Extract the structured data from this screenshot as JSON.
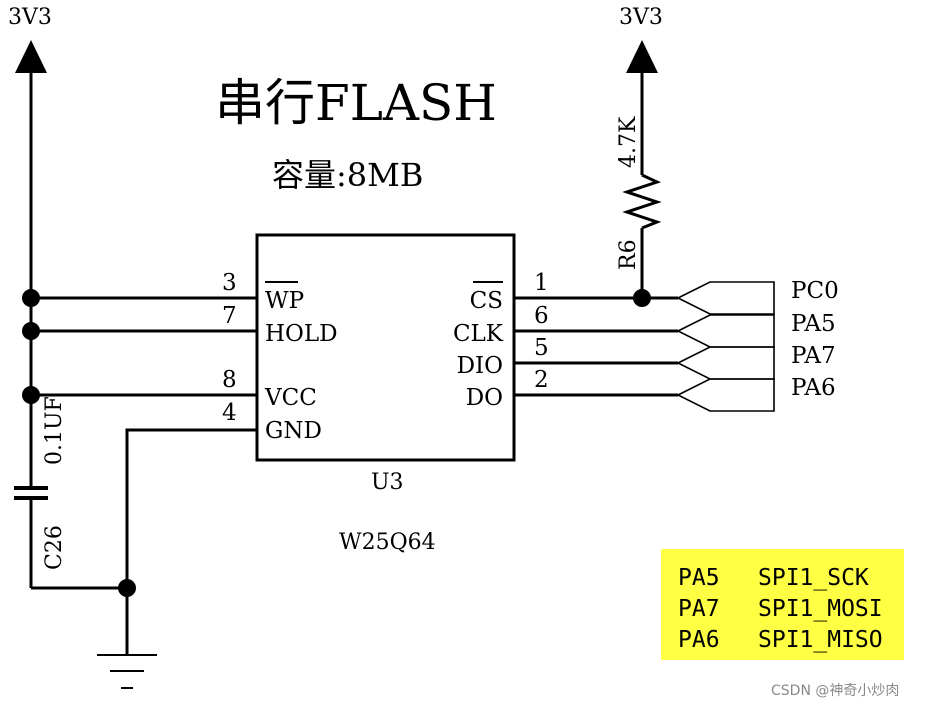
{
  "title": "串行FLASH",
  "subtitle": "容量:8MB",
  "power": {
    "left_label": "3V3",
    "right_label": "3V3"
  },
  "chip": {
    "designator": "U3",
    "part": "W25Q64",
    "left_pins": [
      {
        "num": "3",
        "name": "WP",
        "inverted": true
      },
      {
        "num": "7",
        "name": "HOLD",
        "inverted": false
      },
      {
        "num": "8",
        "name": "VCC",
        "inverted": false
      },
      {
        "num": "4",
        "name": "GND",
        "inverted": false
      }
    ],
    "right_pins": [
      {
        "num": "1",
        "name": "CS",
        "inverted": true
      },
      {
        "num": "6",
        "name": "CLK",
        "inverted": false
      },
      {
        "num": "5",
        "name": "DIO",
        "inverted": false
      },
      {
        "num": "2",
        "name": "DO",
        "inverted": false
      }
    ]
  },
  "resistor": {
    "ref": "R6",
    "value": "4.7K"
  },
  "capacitor": {
    "ref": "C26",
    "value": "0.1UF"
  },
  "nets": [
    "PC0",
    "PA5",
    "PA7",
    "PA6"
  ],
  "legend": [
    {
      "pin": "PA5",
      "func": "SPI1_SCK"
    },
    {
      "pin": "PA7",
      "func": "SPI1_MOSI"
    },
    {
      "pin": "PA6",
      "func": "SPI1_MISO"
    }
  ],
  "watermark": "CSDN @神奇小炒肉"
}
